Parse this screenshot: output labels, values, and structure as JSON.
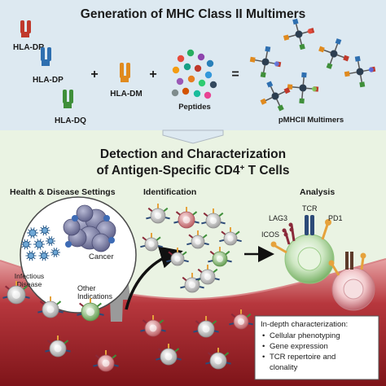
{
  "top": {
    "title": "Generation of MHC Class II Multimers",
    "hla_dr": "HLA-DR",
    "hla_dp": "HLA-DP",
    "hla_dq": "HLA-DQ",
    "hla_dm": "HLA-DM",
    "peptides": "Peptides",
    "plus": "+",
    "equals": "=",
    "multimers": "pMHCII Multimers"
  },
  "bottom": {
    "title_line1": "Detection and Characterization",
    "title_line2": "of Antigen-Specific CD4",
    "title_sup": "+",
    "title_tail": " T Cells",
    "health_heading": "Health & Disease Settings",
    "identification_heading": "Identification",
    "analysis_heading": "Analysis",
    "cancer": "Cancer",
    "infectious_line1": "Infectious",
    "infectious_line2": "Disease",
    "other_line1": "Other",
    "other_line2": "Indications",
    "lag3": "LAG3",
    "tcr": "TCR",
    "pd1": "PD1",
    "icos": "ICOS",
    "box_title": "In-depth characterization:",
    "box_items": [
      "Cellular phenotyping",
      "Gene expression",
      "TCR repertoire and"
    ],
    "box_item_cont": "clonality"
  },
  "colors": {
    "top_bg": "#dde9f1",
    "bottom_bg": "#eaf3e3",
    "dr": "#c0392b",
    "dp": "#2e6fb0",
    "dq": "#3f8f3a",
    "dm": "#e08a1e",
    "vessel": "#a8232b"
  }
}
